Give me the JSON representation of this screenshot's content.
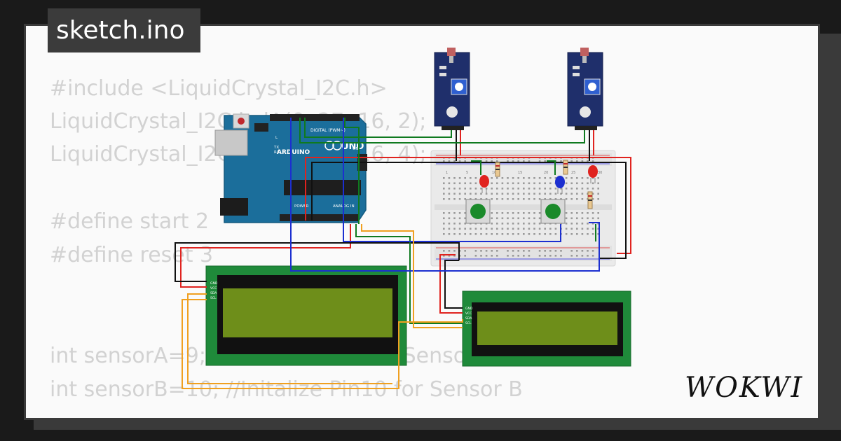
{
  "file_tab": {
    "title": "sketch.ino"
  },
  "code_lines": [
    {
      "text": "#include <LiquidCrystal_I2C.h>"
    },
    {
      "text": "LiquidCrystal_I2C lcdA(0x27, 16, 2);"
    },
    {
      "text": "LiquidCrystal_I2C lcdB(0x26, 16, 4);"
    },
    {
      "text": ""
    },
    {
      "text": "#define start 2"
    },
    {
      "text": "#define reset 3"
    },
    {
      "text": ""
    },
    {
      "text": ""
    },
    {
      "text": "int sensorA=9; //Initalize Pin9 for Sensor A"
    },
    {
      "text": "int sensorB=10; //Initalize Pin10 for Sensor B"
    }
  ],
  "brand": {
    "logo": "WOKWI"
  },
  "arduino": {
    "logo_text": "ARDUINO",
    "model": "UNO",
    "digital_label": "DIGITAL (PWM~)",
    "power_label": "POWER",
    "analog_label": "ANALOG IN",
    "tx_label": "TX",
    "rx_label": "RX",
    "l_label": "L",
    "on_label": "ON"
  },
  "lcd_pins": {
    "gnd": "GND",
    "vcc": "VCC",
    "sda": "SDA",
    "scl": "SCL"
  },
  "breadboard_numbers": [
    "1",
    "5",
    "10",
    "15",
    "20",
    "25",
    "30"
  ],
  "colors": {
    "arduino_board": "#1b6e9b",
    "lcd_green": "#1f8a3a",
    "lcd_screen": "#6e8e1a",
    "wire_red": "#e0231f",
    "wire_black": "#111111",
    "wire_green": "#0f7a1f",
    "wire_blue": "#1c2fd0",
    "wire_orange": "#f0a020"
  }
}
